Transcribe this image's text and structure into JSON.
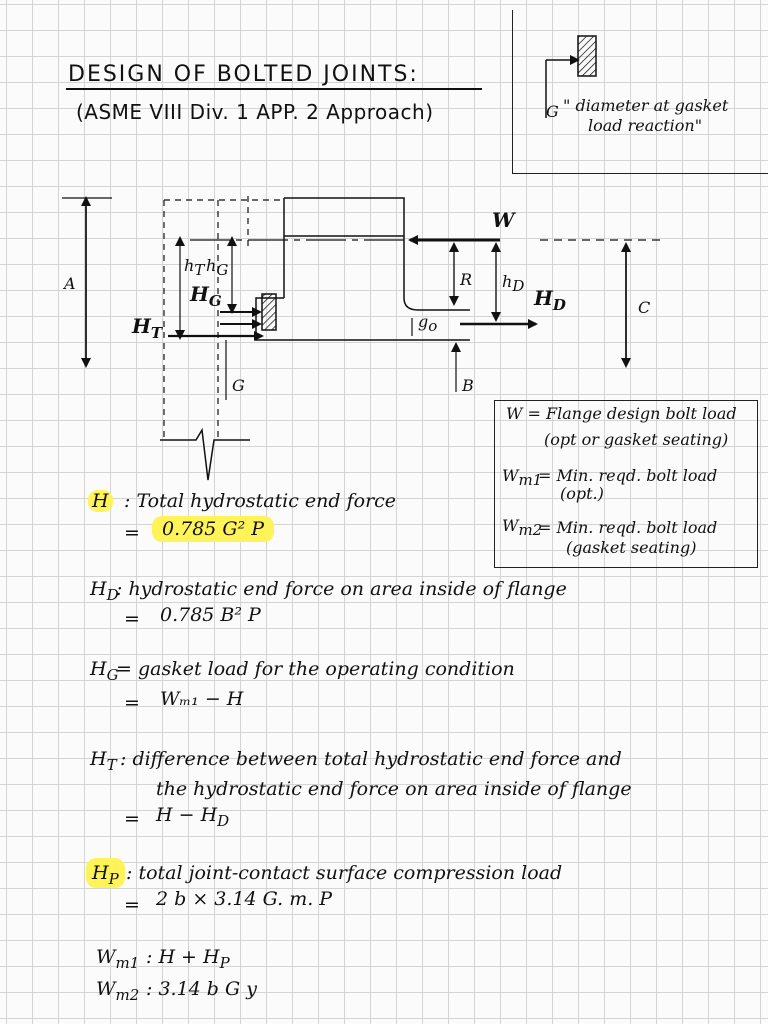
{
  "title": "DESIGN OF BOLTED JOINTS:",
  "subtitle": "(ASME VIII Div. 1 APP. 2 Approach)",
  "corner_box": {
    "label_g": "G",
    "note_line1": "\" diameter at gasket",
    "note_line2": "load reaction\""
  },
  "diagram": {
    "label_a": "A",
    "label_hT": "h",
    "label_hT_sub": "T",
    "label_hG": "h",
    "label_hG_sub": "G",
    "label_HG": "H",
    "label_HG_sub": "G",
    "label_HT": "H",
    "label_HT_sub": "T",
    "label_G": "G",
    "label_W": "W",
    "label_R": "R",
    "label_hD": "h",
    "label_hD_sub": "D",
    "label_HD": "H",
    "label_HD_sub": "D",
    "label_g0": "g",
    "label_g0_sub": "o",
    "label_B": "B",
    "label_C": "C"
  },
  "legend": {
    "w_line1": "W = Flange design bolt load",
    "w_line2": "(opt or gasket seating)",
    "wm1_sym": "W",
    "wm1_sub": "m1",
    "wm1_line1": "= Min. reqd. bolt load",
    "wm1_line2": "(opt.)",
    "wm2_sym": "W",
    "wm2_sub": "m2",
    "wm2_line1": "= Min. reqd. bolt load",
    "wm2_line2": "(gasket seating)"
  },
  "definitions": {
    "h_sym": "H",
    "h_text": ": Total hydrostatic end force",
    "h_eq": "=",
    "h_formula": "0.785 G² P",
    "hd_sym": "H",
    "hd_sub": "D",
    "hd_text": ": hydrostatic end force on area inside of flange",
    "hd_eq": "=",
    "hd_formula": "0.785 B² P",
    "hg_sym": "H",
    "hg_sub": "G",
    "hg_text": "= gasket load for the operating condition",
    "hg_eq": "=",
    "hg_formula": "Wₘ₁ − H",
    "ht_sym": "H",
    "ht_sub": "T",
    "ht_text1": ": difference between total hydrostatic end force and",
    "ht_text2": "the hydrostatic end force on area inside of flange",
    "ht_eq": "=",
    "ht_formula": "H − H",
    "ht_formula_sub": "D",
    "hp_sym": "H",
    "hp_sub": "P",
    "hp_text": ": total joint-contact surface compression load",
    "hp_eq": "=",
    "hp_formula": "2 b × 3.14 G. m. P",
    "wm1_sym": "W",
    "wm1_sub": "m1",
    "wm1_formula": ":  H + H",
    "wm1_formula_sub": "P",
    "wm2_sym": "W",
    "wm2_sub": "m2",
    "wm2_formula": ":   3.14  b G y"
  },
  "colors": {
    "highlight": "#fff35a",
    "ink": "#111111",
    "grid": "#d4d4d4"
  }
}
